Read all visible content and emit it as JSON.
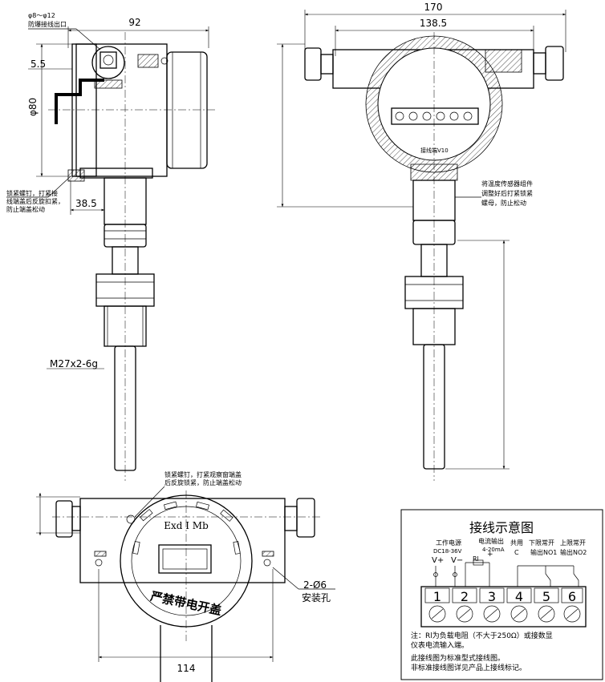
{
  "side_view": {
    "dim_top": "92",
    "dim_cable_range": "φ8～φ12",
    "label_cable": "防爆接线出口",
    "dim_55": "5.5",
    "dim_dia80": "φ80",
    "dim_385": "38.5",
    "note_lock_screw": "锁紧螺钉，打紧接",
    "note_lock_screw2": "线端盖后反旋扣紧，",
    "note_lock_screw3": "防止端盖松动",
    "dim_thread": "M27x2-6g"
  },
  "front_view": {
    "dim_total": "170",
    "dim_inner": "138.5",
    "note_sensor": "将温度传感器组件",
    "note_sensor2": "调整好后打紧锁紧",
    "note_sensor3": "螺母，防止松动",
    "terminal_label": "接线端V10"
  },
  "bottom_view": {
    "note_screw": "锁紧螺钉，打紧观察窗端盖",
    "note_screw2": "后反旋锁紧，防止端盖松动",
    "exd_mark": "Exd I Mb",
    "cover_text": "严禁带电开盖",
    "dim_holes": "2-Ø6",
    "label_holes": "安装孔",
    "dim_width": "114"
  },
  "wiring": {
    "title": "接线示意图",
    "power_label": "工作电源",
    "power_spec": "DC18-36V",
    "v_plus": "V+",
    "v_minus": "V−",
    "current_label": "电流输出",
    "current_spec": "4-20mA",
    "rl": "Rl",
    "plus": "+",
    "common_label": "共用",
    "common_c": "C",
    "lower_label": "下限常开",
    "lower_out": "输出NO1",
    "upper_label": "上限常开",
    "upper_out": "输出NO2",
    "terminals": [
      "1",
      "2",
      "3",
      "4",
      "5",
      "6"
    ],
    "note1": "注：Rl为负载电阻（不大于250Ω）或接数显",
    "note2": "仪表电流输入端。",
    "note3": "此接线图为标准型式接线图。",
    "note4": "非标准接线图详见产品上接线标记。"
  }
}
